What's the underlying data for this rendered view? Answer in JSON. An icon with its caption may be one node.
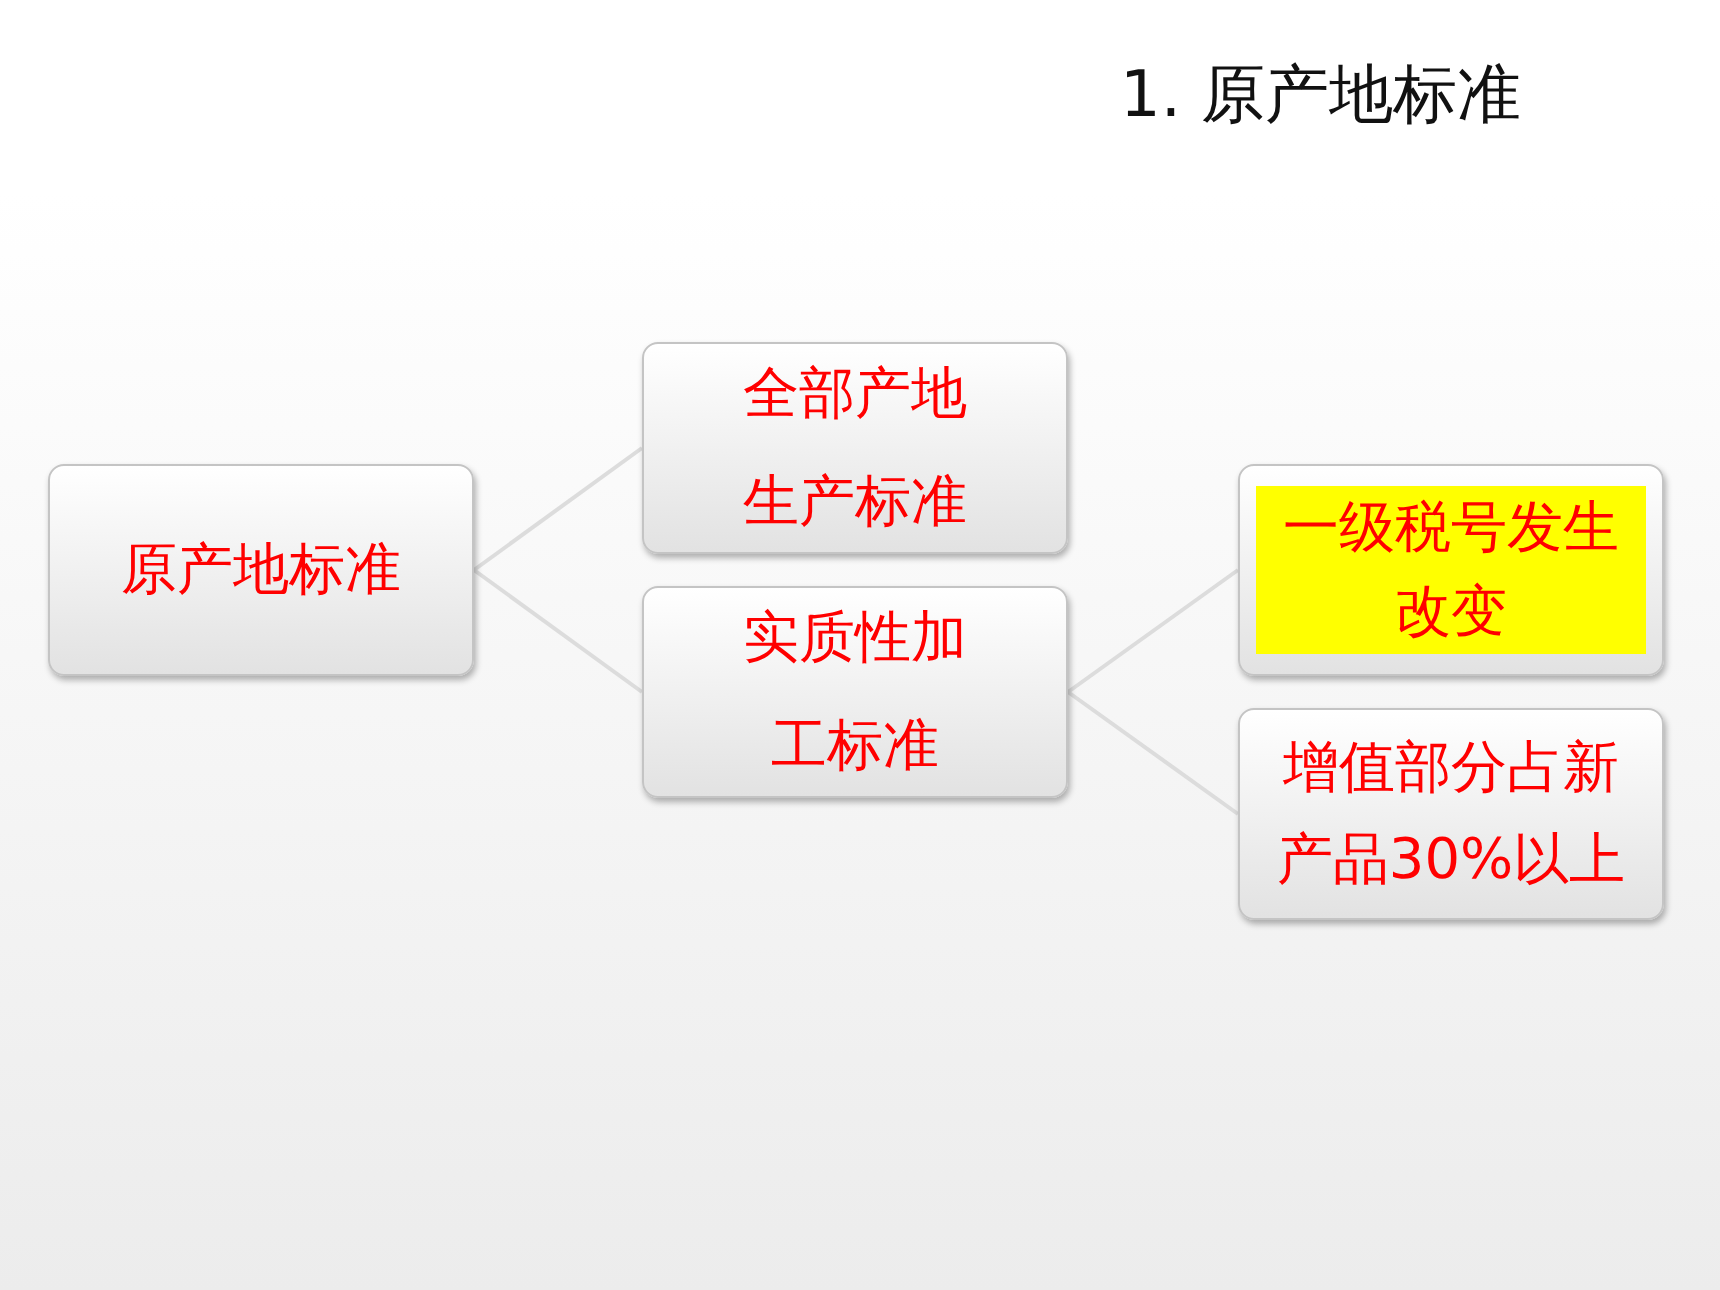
{
  "diagram": {
    "title": "1. 原产地标准",
    "nodes": [
      {
        "text": [
          "原产地标准"
        ]
      },
      {
        "text": [
          "全部产地生产标准"
        ]
      },
      {
        "text": [
          "实质性加工标准"
        ]
      },
      {
        "text": [
          "一级税号发生改变"
        ]
      },
      {
        "text": [
          "增值部分占新产品30%以上"
        ]
      }
    ],
    "edges": [
      {
        "from": 0,
        "to": 1,
        "arrow": "none"
      },
      {
        "from": 0,
        "to": 2,
        "arrow": "none"
      },
      {
        "from": 2,
        "to": 3,
        "arrow": "none"
      },
      {
        "from": 2,
        "to": 4,
        "arrow": "none"
      }
    ]
  }
}
